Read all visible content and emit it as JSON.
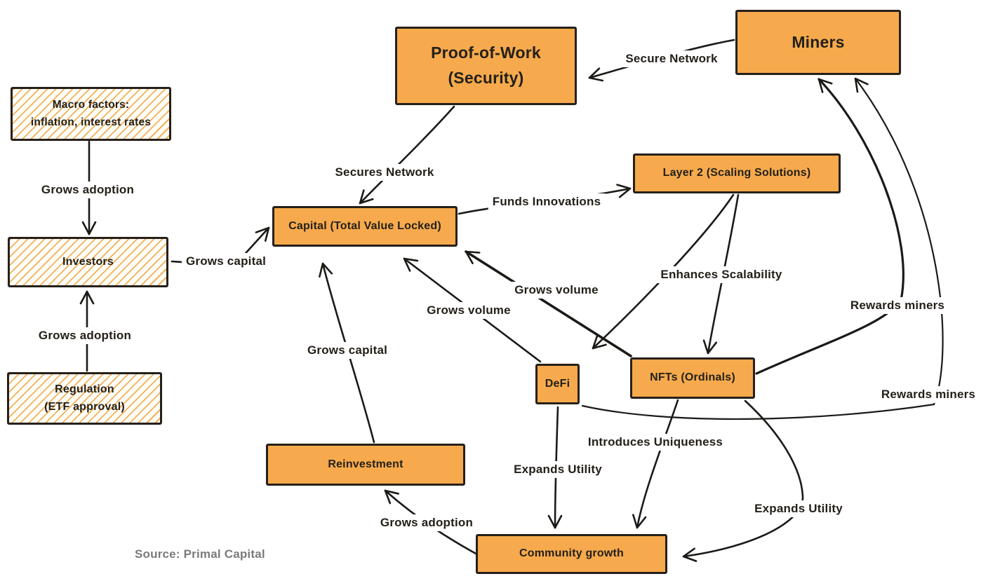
{
  "diagram": {
    "title": "Crypto ecosystem flywheel diagram",
    "colors": {
      "background": "#FFFFFF",
      "node_fill": "#F6AA4D",
      "node_border": "#26201A",
      "hatch_line": "#EFA23B",
      "edge_stroke": "#1C1A17",
      "text": "#242018",
      "source_text": "#7A7A7A"
    },
    "nodes": {
      "pow": {
        "label": "Proof-of-Work\n(Security)",
        "style": "solid"
      },
      "miners": {
        "label": "Miners",
        "style": "solid"
      },
      "macro": {
        "label": "Macro factors:\ninflation, interest rates",
        "style": "hatched"
      },
      "investors": {
        "label": "Investors",
        "style": "hatched"
      },
      "regulation": {
        "label": "Regulation\n(ETF approval)",
        "style": "hatched"
      },
      "capital": {
        "label": "Capital (Total Value Locked)",
        "style": "solid"
      },
      "layer2": {
        "label": "Layer 2 (Scaling Solutions)",
        "style": "solid"
      },
      "defi": {
        "label": "DeFi",
        "style": "solid"
      },
      "nfts": {
        "label": "NFTs (Ordinals)",
        "style": "solid"
      },
      "reinvestment": {
        "label": "Reinvestment",
        "style": "solid"
      },
      "community": {
        "label": "Community growth",
        "style": "solid"
      }
    },
    "edge_labels": {
      "secure_network": "Secure Network",
      "secures_network": "Secures Network",
      "grows_adoption_macro": "Grows adoption",
      "grows_adoption_regulation": "Grows adoption",
      "grows_capital_investors": "Grows capital",
      "funds_innovations": "Funds Innovations",
      "enhances_scalability": "Enhances Scalability",
      "grows_volume_nfts": "Grows volume",
      "grows_volume_defi": "Grows volume",
      "rewards_miners_nfts": "Rewards miners",
      "rewards_miners_defi": "Rewards miners",
      "grows_capital_reinvestment": "Grows capital",
      "expands_utility_defi": "Expands Utility",
      "introduces_uniqueness": "Introduces Uniqueness",
      "expands_utility_nfts": "Expands Utility",
      "grows_adoption_community": "Grows adoption"
    },
    "edges": [
      {
        "from": "Miners",
        "to": "Proof-of-Work (Security)",
        "label": "Secure Network"
      },
      {
        "from": "Proof-of-Work (Security)",
        "to": "Capital (Total Value Locked)",
        "label": "Secures Network"
      },
      {
        "from": "Macro factors: inflation, interest rates",
        "to": "Investors",
        "label": "Grows adoption"
      },
      {
        "from": "Regulation (ETF approval)",
        "to": "Investors",
        "label": "Grows adoption"
      },
      {
        "from": "Investors",
        "to": "Capital (Total Value Locked)",
        "label": "Grows capital"
      },
      {
        "from": "Capital (Total Value Locked)",
        "to": "Layer 2 (Scaling Solutions)",
        "label": "Funds Innovations"
      },
      {
        "from": "Layer 2 (Scaling Solutions)",
        "to": "DeFi",
        "label": ""
      },
      {
        "from": "Layer 2 (Scaling Solutions)",
        "to": "NFTs (Ordinals)",
        "label": "Enhances Scalability"
      },
      {
        "from": "DeFi",
        "to": "Capital (Total Value Locked)",
        "label": "Grows volume"
      },
      {
        "from": "NFTs (Ordinals)",
        "to": "Capital (Total Value Locked)",
        "label": "Grows volume"
      },
      {
        "from": "Reinvestment",
        "to": "Capital (Total Value Locked)",
        "label": "Grows capital"
      },
      {
        "from": "Community growth",
        "to": "Reinvestment",
        "label": "Grows adoption"
      },
      {
        "from": "DeFi",
        "to": "Community growth",
        "label": "Expands Utility"
      },
      {
        "from": "NFTs (Ordinals)",
        "to": "Community growth",
        "label": "Introduces Uniqueness"
      },
      {
        "from": "NFTs (Ordinals)",
        "to": "Community growth",
        "label": "Expands Utility"
      },
      {
        "from": "NFTs (Ordinals)",
        "to": "Miners",
        "label": "Rewards miners"
      },
      {
        "from": "DeFi",
        "to": "Miners",
        "label": "Rewards miners"
      }
    ],
    "source_note": "Source: Primal Capital"
  }
}
